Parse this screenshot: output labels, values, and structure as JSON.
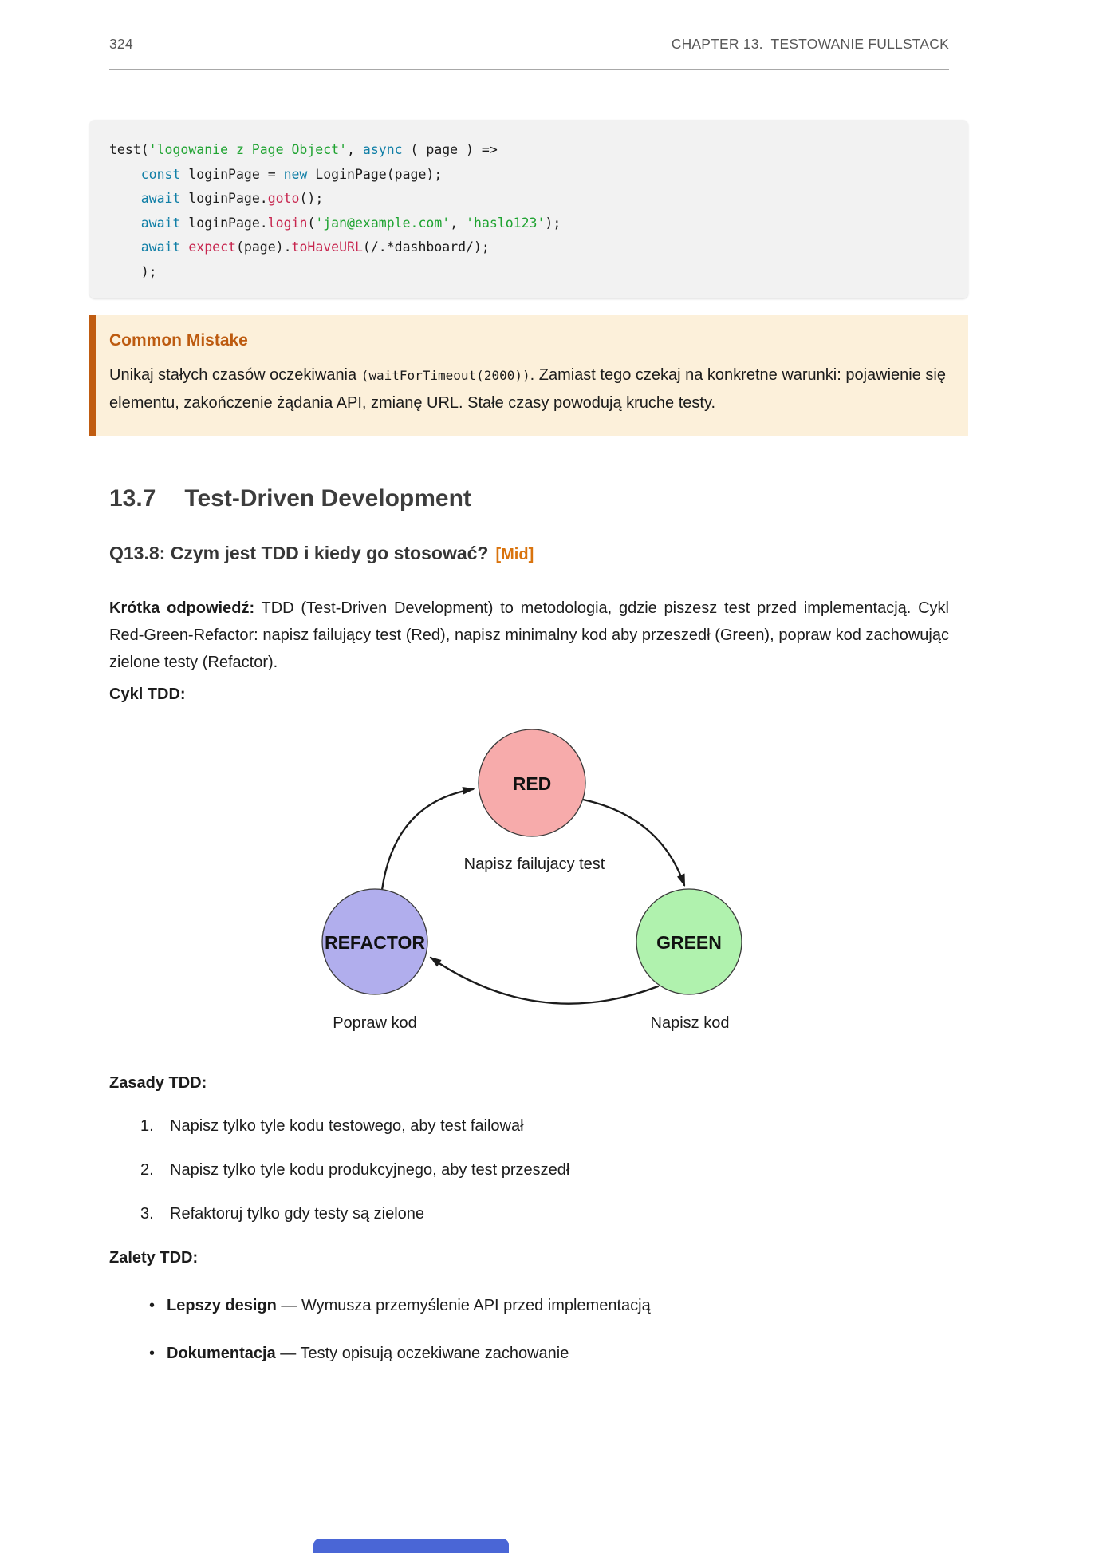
{
  "page": {
    "number": "324",
    "chapter_header": "CHAPTER 13.  TESTOWANIE FULLSTACK"
  },
  "code_block": {
    "syntax_colors": {
      "keyword": "#0f7ea6",
      "string": "#1fa331",
      "function": "#c7254e",
      "plain": "#1b1b1b"
    },
    "lines": [
      [
        {
          "t": "test(",
          "c": "plain"
        },
        {
          "t": "'logowanie z Page Object'",
          "c": "str"
        },
        {
          "t": ", ",
          "c": "plain"
        },
        {
          "t": "async",
          "c": "kw"
        },
        {
          "t": " ( page ) =>",
          "c": "plain"
        }
      ],
      [
        {
          "t": "    ",
          "c": "plain"
        },
        {
          "t": "const",
          "c": "kw"
        },
        {
          "t": " loginPage = ",
          "c": "plain"
        },
        {
          "t": "new",
          "c": "kw"
        },
        {
          "t": " LoginPage(page);",
          "c": "plain"
        }
      ],
      [
        {
          "t": "    ",
          "c": "plain"
        },
        {
          "t": "await",
          "c": "kw"
        },
        {
          "t": " loginPage.",
          "c": "plain"
        },
        {
          "t": "goto",
          "c": "fn"
        },
        {
          "t": "();",
          "c": "plain"
        }
      ],
      [
        {
          "t": "    ",
          "c": "plain"
        },
        {
          "t": "await",
          "c": "kw"
        },
        {
          "t": " loginPage.",
          "c": "plain"
        },
        {
          "t": "login",
          "c": "fn"
        },
        {
          "t": "(",
          "c": "plain"
        },
        {
          "t": "'jan@example.com'",
          "c": "str"
        },
        {
          "t": ", ",
          "c": "plain"
        },
        {
          "t": "'haslo123'",
          "c": "str"
        },
        {
          "t": ");",
          "c": "plain"
        }
      ],
      [
        {
          "t": "    ",
          "c": "plain"
        },
        {
          "t": "await",
          "c": "kw"
        },
        {
          "t": " ",
          "c": "plain"
        },
        {
          "t": "expect",
          "c": "fn"
        },
        {
          "t": "(page).",
          "c": "plain"
        },
        {
          "t": "toHaveURL",
          "c": "fn"
        },
        {
          "t": "(/.*dashboard/);",
          "c": "plain"
        }
      ],
      [
        {
          "t": "    );",
          "c": "plain"
        }
      ]
    ]
  },
  "callout": {
    "title": "Common Mistake",
    "accent_color": "#c05c11",
    "background_color": "#fcf0da",
    "text_before": "Unikaj stałych czasów oczekiwania ",
    "inline_code": "(waitForTimeout(2000))",
    "text_after": ". Zamiast tego czekaj na konkretne warunki: pojawienie się elementu, zakończenie żądania API, zmianę URL. Stałe czasy powodują kruche testy."
  },
  "section": {
    "number": "13.7",
    "title": "Test-Driven Development"
  },
  "question": {
    "label": "Q13.8: Czym jest TDD i kiedy go stosować?",
    "level_badge": "[Mid]",
    "badge_color": "#d9730d"
  },
  "answer": {
    "lead": "Krótka odpowiedź:",
    "text": " TDD (Test-Driven Development) to metodologia, gdzie piszesz test przed implementacją. Cykl Red-Green-Refactor: napisz failujący test (Red), napisz minimalny kod aby przeszedł (Green), popraw kod zachowując zielone testy (Refactor)."
  },
  "cycle": {
    "label": "Cykl TDD:",
    "center_label": "Napisz failujacy test",
    "nodes": [
      {
        "id": "red",
        "label": "RED",
        "color": "#f7abab",
        "caption": ""
      },
      {
        "id": "refactor",
        "label": "REFACTOR",
        "color": "#b1aeed",
        "caption": "Popraw kod"
      },
      {
        "id": "green",
        "label": "GREEN",
        "color": "#b0f2ae",
        "caption": "Napisz kod"
      }
    ],
    "edges": [
      {
        "from": "refactor",
        "to": "red"
      },
      {
        "from": "red",
        "to": "green"
      },
      {
        "from": "green",
        "to": "refactor"
      }
    ]
  },
  "rules": {
    "label": "Zasady TDD:",
    "items": [
      "Napisz tylko tyle kodu testowego, aby test failował",
      "Napisz tylko tyle kodu produkcyjnego, aby test przeszedł",
      "Refaktoruj tylko gdy testy są zielone"
    ]
  },
  "benefits": {
    "label": "Zalety TDD:",
    "items": [
      {
        "term": "Lepszy design",
        "desc": " — Wymusza przemyślenie API przed implementacją"
      },
      {
        "term": "Dokumentacja",
        "desc": " — Testy opisują oczekiwane zachowanie"
      }
    ]
  },
  "bottom_partial_element": {
    "color": "#4a66d6"
  }
}
